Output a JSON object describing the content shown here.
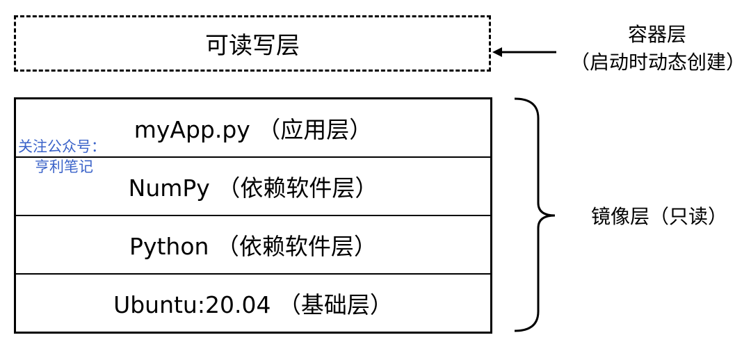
{
  "container_layer": {
    "box_text": "可读写层",
    "label_title": "容器层",
    "label_note": "（启动时动态创建）"
  },
  "image_layers": [
    {
      "text": "myApp.py （应用层）"
    },
    {
      "text": "NumPy （依赖软件层）"
    },
    {
      "text": "Python （依赖软件层）"
    },
    {
      "text": "Ubuntu:20.04 （基础层）"
    }
  ],
  "image_label": "镜像层（只读）",
  "watermark": {
    "line1": "关注公众号：",
    "line2": "亨利笔记",
    "color": "#3b63c9"
  }
}
